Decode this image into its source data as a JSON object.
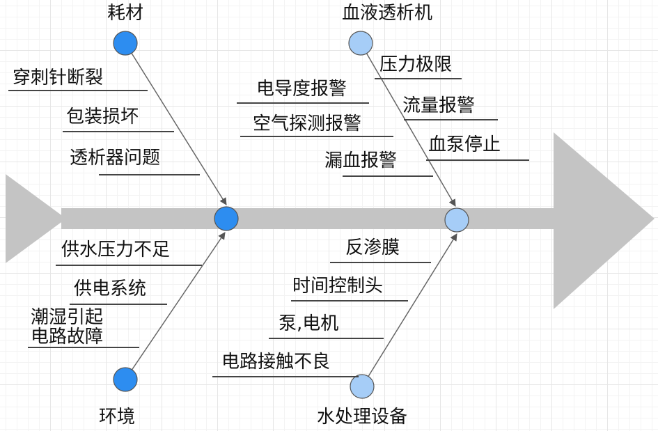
{
  "colors": {
    "spine": "#c4c4c4",
    "node_dark": "#2d8df0",
    "node_light": "#a6cdf7",
    "node_stroke": "#555555",
    "bone": "#666666"
  },
  "categories": {
    "top_left": "耗材",
    "top_right": "血液透析机",
    "bottom_left": "环境",
    "bottom_right": "水处理设备"
  },
  "causes": {
    "consumables": [
      "穿刺针断裂",
      "包装损坏",
      "透析器问题"
    ],
    "machine_left": [
      "电导度报警",
      "空气探测报警",
      "漏血报警"
    ],
    "machine_right": [
      "压力极限",
      "流量报警",
      "血泵停止"
    ],
    "environment": [
      "供水压力不足",
      "供电系统",
      "潮湿引起",
      "电路故障"
    ],
    "water": [
      "反渗膜",
      "时间控制头",
      "泵,电机",
      "电路接触不良"
    ]
  }
}
